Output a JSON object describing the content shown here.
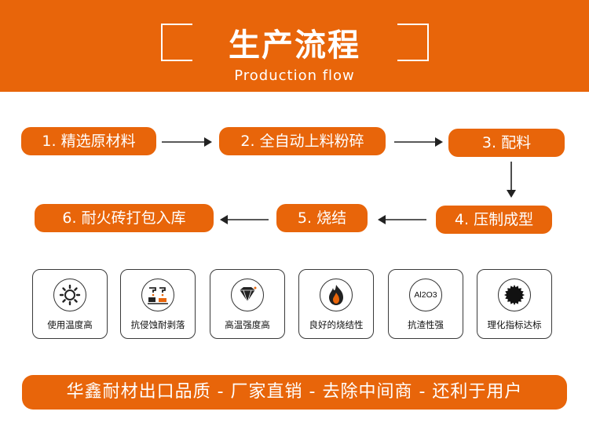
{
  "header": {
    "title": "生产流程",
    "subtitle": "Production flow"
  },
  "steps": [
    {
      "label": "1. 精选原材料"
    },
    {
      "label": "2. 全自动上料粉碎"
    },
    {
      "label": "3. 配料"
    },
    {
      "label": "4. 压制成型"
    },
    {
      "label": "5. 烧结"
    },
    {
      "label": "6. 耐火砖打包入库"
    }
  ],
  "features": [
    {
      "label": "使用温度高",
      "icon": "sun-icon"
    },
    {
      "label": "抗侵蚀耐剥落",
      "icon": "corrosion-icon"
    },
    {
      "label": "高温强度高",
      "icon": "diamond-icon"
    },
    {
      "label": "良好的烧结性",
      "icon": "flame-icon"
    },
    {
      "label": "抗渣性强",
      "icon": "al2o3-icon",
      "icon_text": "Al2O3"
    },
    {
      "label": "理化指标达标",
      "icon": "seal-icon"
    }
  ],
  "footer": {
    "slogan": "华鑫耐材出口品质 - 厂家直销 - 去除中间商 - 还利于用户"
  },
  "colors": {
    "brand_orange": "#e8650a",
    "white": "#ffffff",
    "dark": "#222222"
  }
}
